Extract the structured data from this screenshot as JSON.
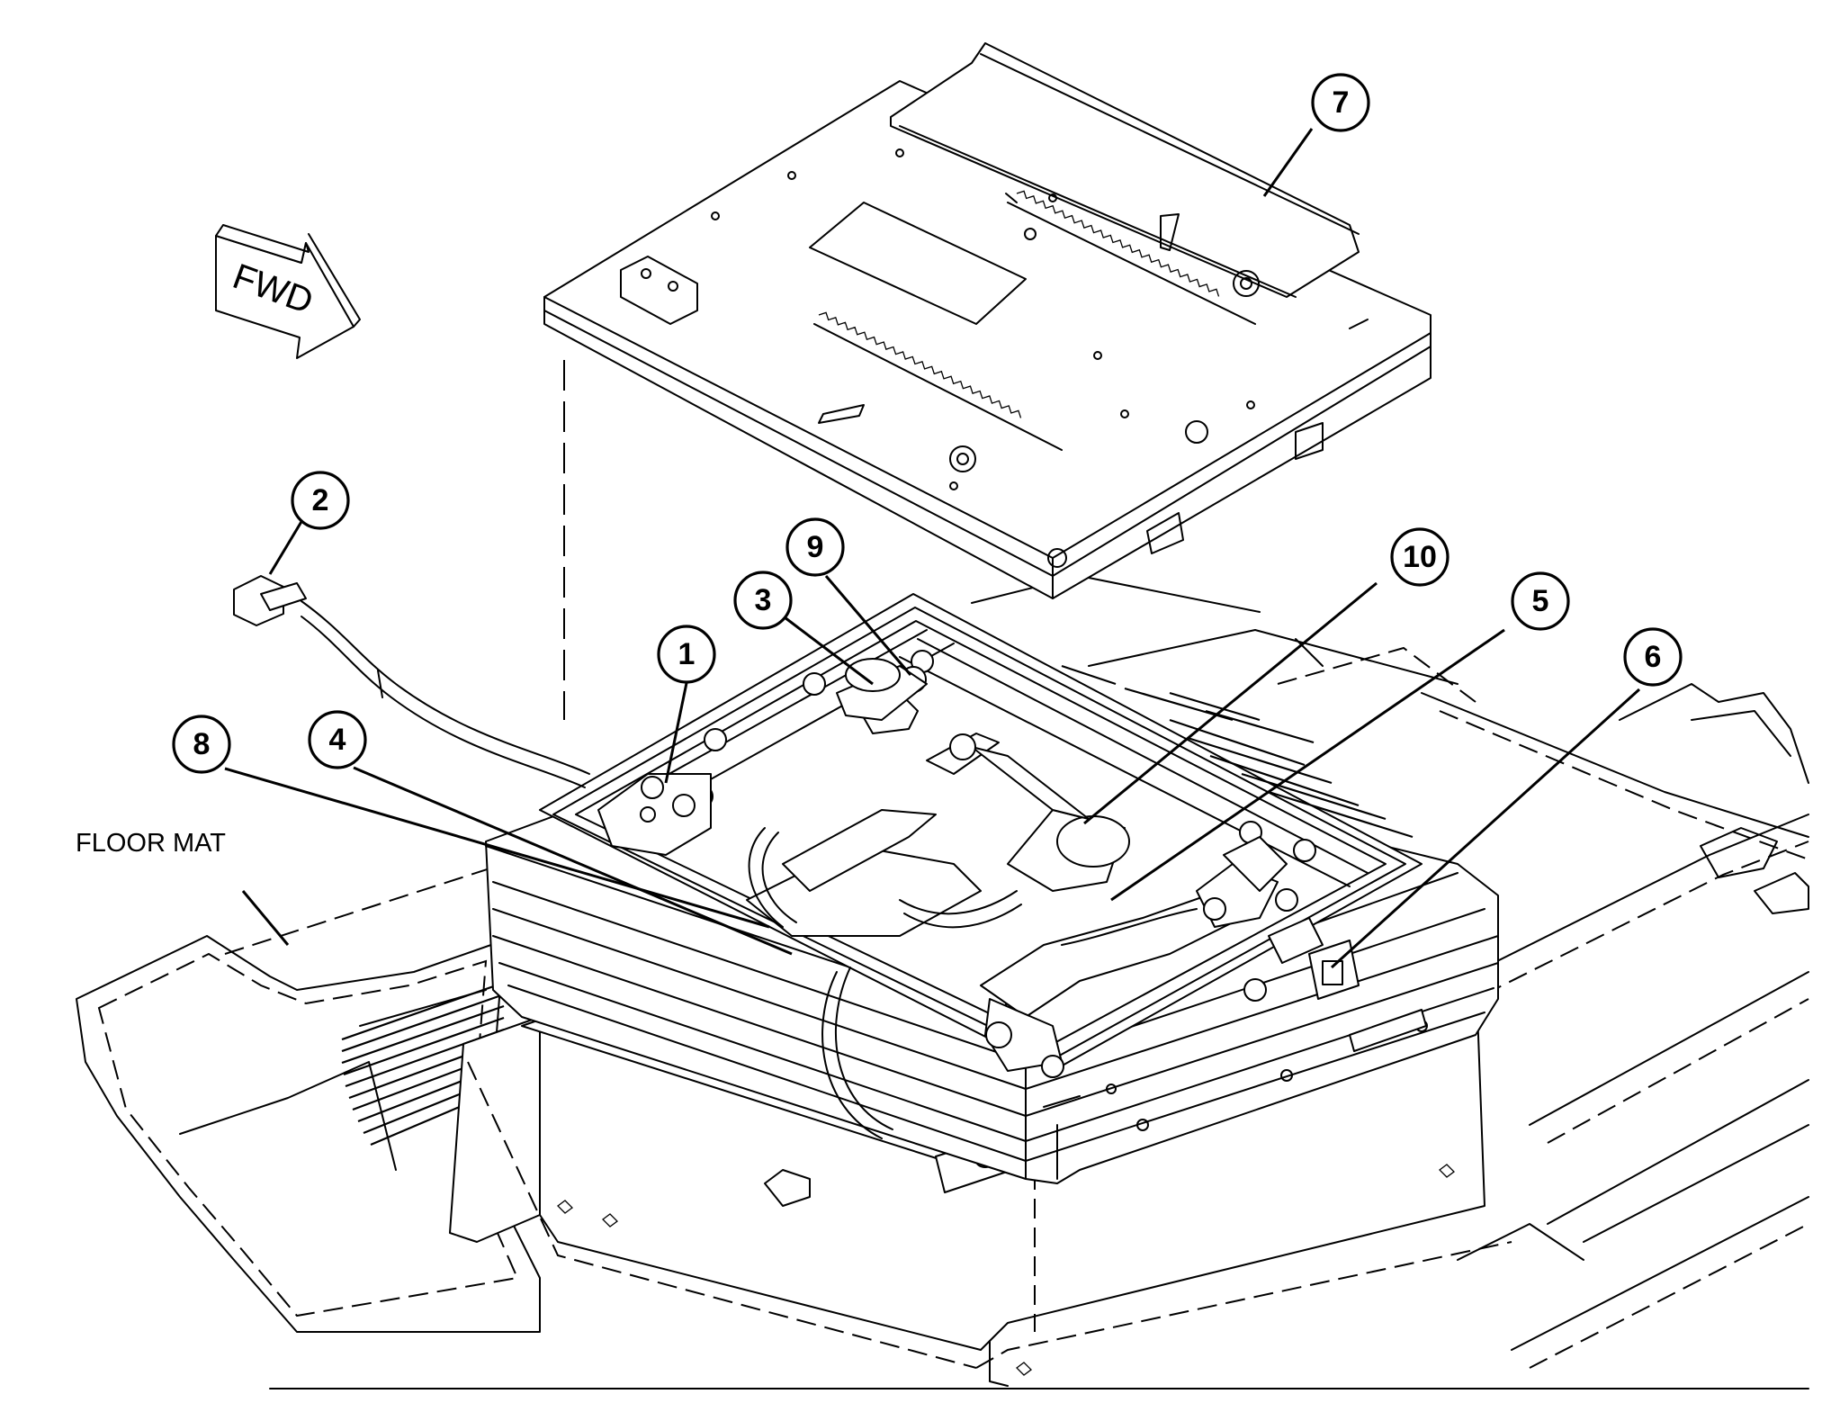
{
  "diagram": {
    "callouts": [
      "1",
      "2",
      "3",
      "4",
      "5",
      "6",
      "7",
      "8",
      "9",
      "10"
    ],
    "floor_mat_label": "FLOOR MAT",
    "direction_arrow_label": "FWD"
  }
}
